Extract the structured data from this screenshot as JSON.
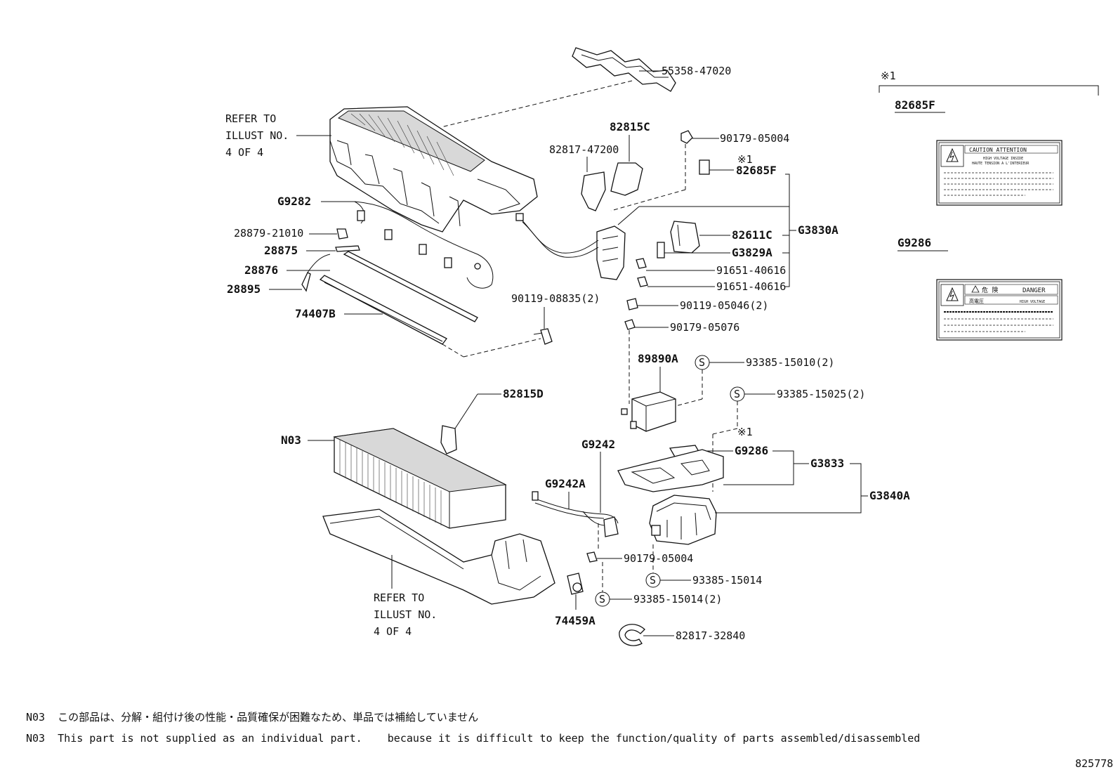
{
  "refer_top": [
    "REFER TO",
    "ILLUST NO.",
    "4 OF 4"
  ],
  "refer_bottom": [
    "REFER TO",
    "ILLUST NO.",
    "4 OF 4"
  ],
  "labels": {
    "l55358": "55358-47020",
    "l82815C": "82815C",
    "l90179_05004_top": "90179-05004",
    "l82817_47200": "82817-47200",
    "note1_a": "※1",
    "l82685F": "82685F",
    "lG9282": "G9282",
    "l28879": "28879-21010",
    "l28875": "28875",
    "l28876": "28876",
    "l28895": "28895",
    "l74407B": "74407B",
    "l82611C": "82611C",
    "lG3830A": "G3830A",
    "lG3829A": "G3829A",
    "l91651_a": "91651-40616",
    "l91651_b": "91651-40616",
    "l90119_08835": "90119-08835(2)",
    "l90119_05046": "90119-05046(2)",
    "l90179_05076": "90179-05076",
    "l89890A": "89890A",
    "s1": "S",
    "l93385_15010": "93385-15010(2)",
    "s2": "S",
    "l93385_15025": "93385-15025(2)",
    "l82815D": "82815D",
    "lN03": "N03",
    "note1_b": "※1",
    "lG9242": "G9242",
    "lG9286": "G9286",
    "lG3833": "G3833",
    "lG9242A": "G9242A",
    "lG3840A": "G3840A",
    "l90179_05004_bot": "90179-05004",
    "s3": "S",
    "l93385_15014": "93385-15014",
    "s4": "S",
    "l93385_15014_2": "93385-15014(2)",
    "l74459A": "74459A",
    "l82817_32840": "82817-32840"
  },
  "legend": {
    "note": "※1",
    "title": "82685F",
    "second": "G9286",
    "caution_label": {
      "header": "CAUTION ATTENTION",
      "sub1": "HIGH VOLTAGE INSIDE",
      "sub2": "HAUTE TENSION A L'INTERIEUR"
    },
    "danger_label": {
      "header_jp": "危 険",
      "header": "DANGER",
      "sub_jp": "高電圧",
      "sub": "HIGH VOLTAGE"
    }
  },
  "notes": [
    "N03  この部品は、分解・組付け後の性能・品質確保が困難なため、単品では補給していません",
    "N03  This part is not supplied as an individual part.    because it is difficult to keep the function/quality of parts assembled/disassembled"
  ],
  "figure_id": "825778"
}
